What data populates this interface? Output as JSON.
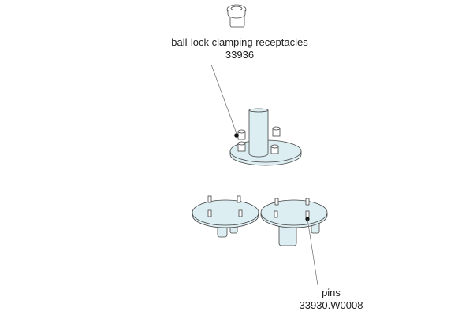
{
  "labels": {
    "receptacles_name": "ball-lock clamping receptacles",
    "receptacles_part": "33936",
    "pins_name": "pins",
    "pins_part": "33930.W0008"
  },
  "colors": {
    "part_fill": "#dceef2",
    "outline": "#444444"
  }
}
